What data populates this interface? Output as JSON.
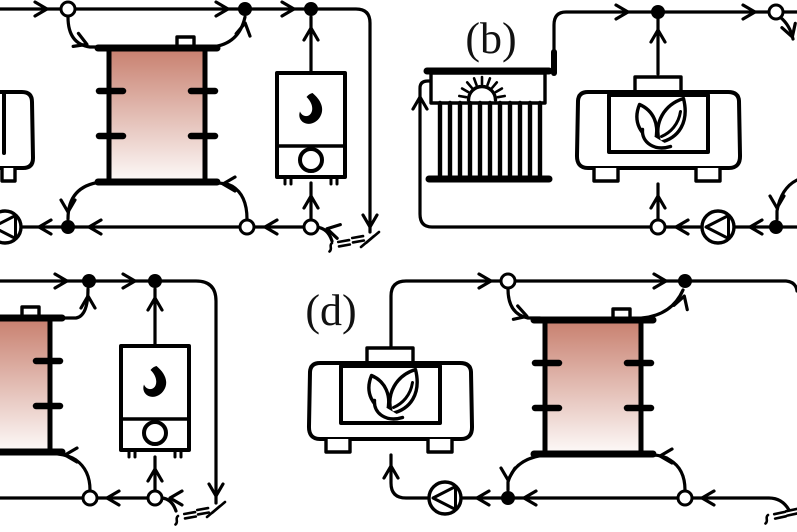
{
  "type": "schematic-diagram",
  "subject": "Heating system hydraulic configurations (four cropped panels)",
  "panels": [
    {
      "id": "top-left",
      "label": "",
      "components": [
        "heat-pump-partial",
        "thermal-storage-tank",
        "gas-boiler",
        "circulation-pump",
        "pipe-break"
      ]
    },
    {
      "id": "top-right",
      "label": "(b)",
      "components": [
        "solar-thermal-collector",
        "heat-pump",
        "circulation-pump"
      ]
    },
    {
      "id": "bottom-left",
      "label": "",
      "components": [
        "thermal-storage-tank-partial",
        "gas-boiler",
        "pipe-break"
      ]
    },
    {
      "id": "bottom-right",
      "label": "(d)",
      "components": [
        "heat-pump",
        "thermal-storage-tank",
        "circulation-pump",
        "pipe-break"
      ]
    }
  ],
  "colors": {
    "line": "#000000",
    "background": "#ffffff",
    "tank_gradient_top": "#c8806f",
    "tank_gradient_bottom": "#fdf9f8"
  },
  "icons": [
    "flame-icon",
    "leaf-icon",
    "sun-icon",
    "pump-icon",
    "junction-filled",
    "junction-open",
    "flow-arrow-icon",
    "pipe-break-icon"
  ]
}
